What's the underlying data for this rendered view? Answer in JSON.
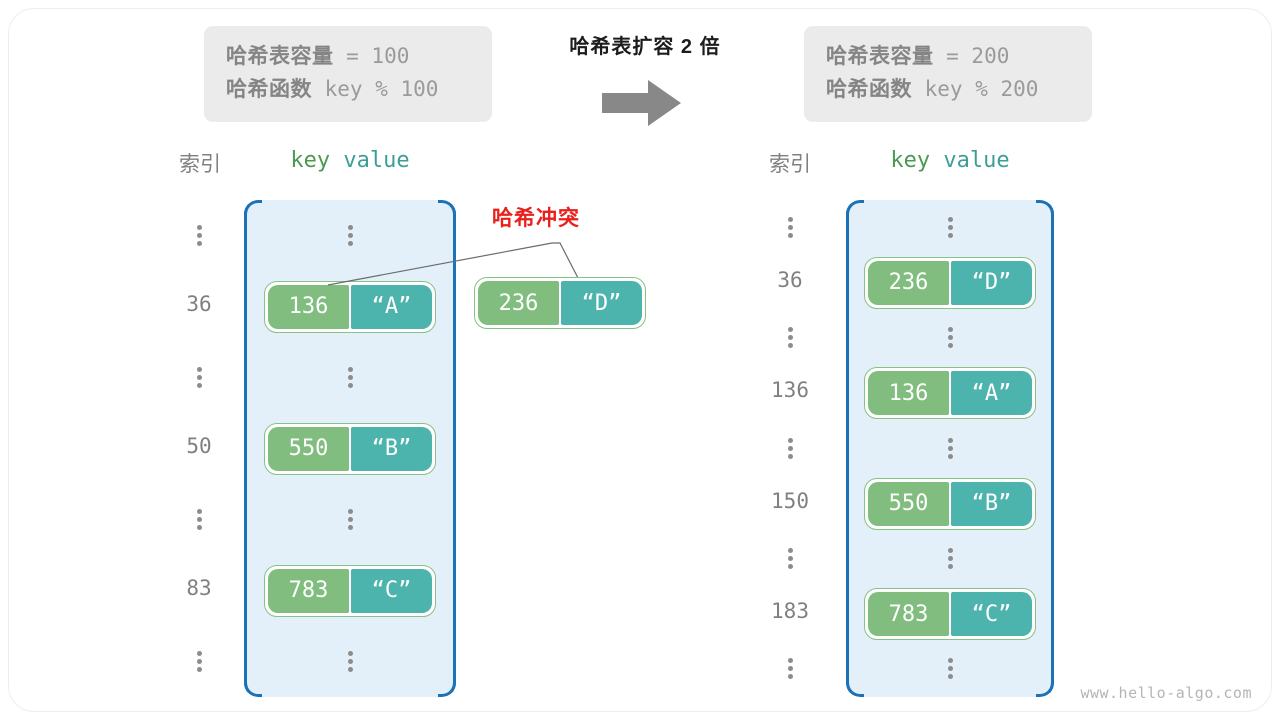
{
  "diagram": {
    "title": "哈希表扩容 2 倍",
    "watermark": "www.hello-algo.com"
  },
  "before": {
    "capacity_label": "哈希表容量",
    "capacity_expr": " = 100",
    "function_label": "哈希函数",
    "function_expr": " key % 100",
    "header_index": "索引",
    "header_key": "key",
    "header_value": "value",
    "rows": [
      {
        "index": "⋮",
        "type": "dots"
      },
      {
        "index": "36",
        "type": "pair",
        "key": "136",
        "value": "“A”"
      },
      {
        "index": "⋮",
        "type": "dots"
      },
      {
        "index": "50",
        "type": "pair",
        "key": "550",
        "value": "“B”"
      },
      {
        "index": "⋮",
        "type": "dots"
      },
      {
        "index": "83",
        "type": "pair",
        "key": "783",
        "value": "“C”"
      },
      {
        "index": "⋮",
        "type": "dots"
      }
    ]
  },
  "collision": {
    "label": "哈希冲突",
    "color": "#e8211c",
    "overflow_pair": {
      "key": "236",
      "value": "“D”"
    }
  },
  "after": {
    "capacity_label": "哈希表容量",
    "capacity_expr": " = 200",
    "function_label": "哈希函数",
    "function_expr": " key % 200",
    "header_index": "索引",
    "header_key": "key",
    "header_value": "value",
    "rows": [
      {
        "index": "⋮",
        "type": "dots"
      },
      {
        "index": "36",
        "type": "pair",
        "key": "236",
        "value": "“D”"
      },
      {
        "index": "⋮",
        "type": "dots"
      },
      {
        "index": "136",
        "type": "pair",
        "key": "136",
        "value": "“A”"
      },
      {
        "index": "⋮",
        "type": "dots"
      },
      {
        "index": "150",
        "type": "pair",
        "key": "550",
        "value": "“B”"
      },
      {
        "index": "⋮",
        "type": "dots"
      },
      {
        "index": "183",
        "type": "pair",
        "key": "783",
        "value": "“C”"
      },
      {
        "index": "⋮",
        "type": "dots"
      }
    ]
  },
  "colors": {
    "key_cell": "#80bd7f",
    "value_cell": "#4cb3ad",
    "bucket_fill": "#e3eff9",
    "bucket_border": "#1a72b8",
    "key_header": "#4a9a52",
    "value_header": "#3d9e98",
    "info_box": "#ebebeb",
    "arrow": "#888888"
  }
}
